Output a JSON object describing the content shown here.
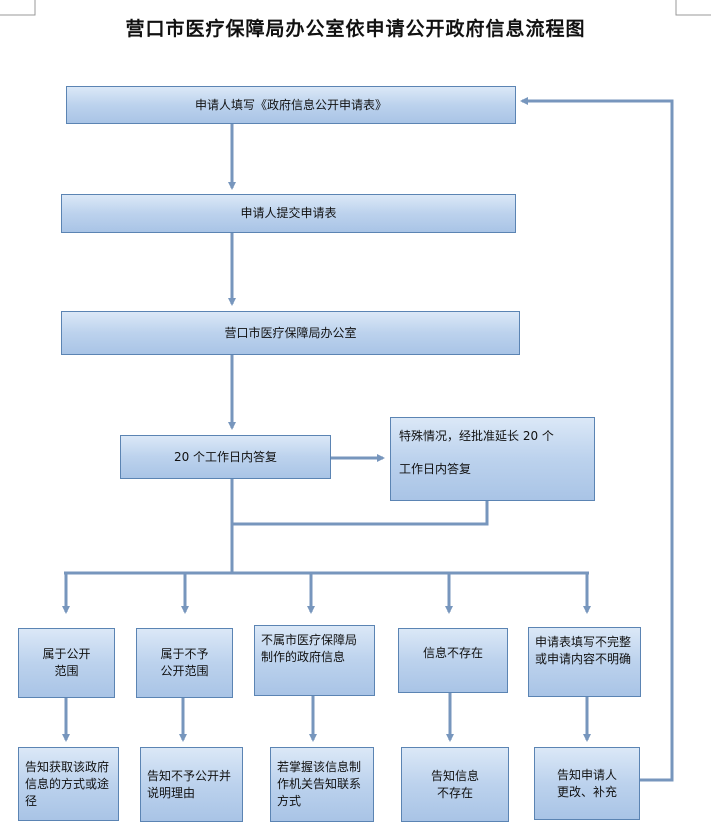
{
  "title": "营口市医疗保障局办公室依申请公开政府信息流程图",
  "steps": {
    "fill_form": "申请人填写《政府信息公开申请表》",
    "submit_form": "申请人提交申请表",
    "office": "营口市医疗保障局办公室",
    "reply_20": "20 个工作日内答复",
    "extension_1": "特殊情况，经批准延长 20 个",
    "extension_2": "工作日内答复"
  },
  "outcomes": [
    {
      "category": "属于公开\n范围",
      "result": "告知获取该政府信息的方式或途径"
    },
    {
      "category": "属于不予\n公开范围",
      "result": "告知不予公开并说明理由"
    },
    {
      "category": "不属市医疗保障局制作的政府信息",
      "result": "若掌握该信息制作机关告知联系方式"
    },
    {
      "category": "信息不存在",
      "result": "告知信息\n不存在"
    },
    {
      "category": "申请表填写不完整或申请内容不明确",
      "result": "告知申请人\n更改、补充"
    }
  ],
  "colors": {
    "box_border": "#5b84b3",
    "box_fill_top": "#dbe8f7",
    "box_fill_bottom": "#a9c4e6",
    "arrow": "#7796bd"
  }
}
